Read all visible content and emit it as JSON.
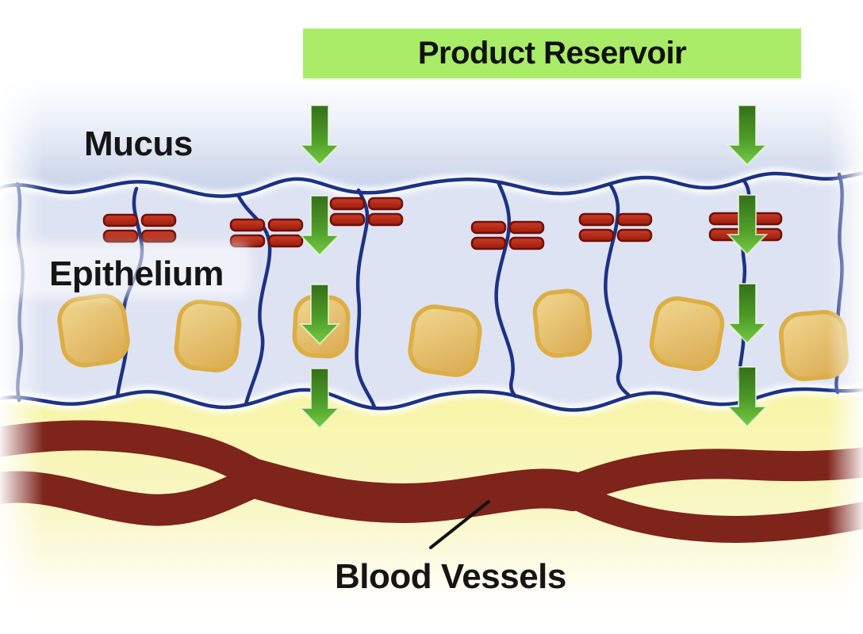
{
  "diagram": {
    "banner": {
      "label": "Product Reservoir",
      "bg": "#a9ec67",
      "text_color": "#111111"
    },
    "labels": {
      "mucus": "Mucus",
      "epithelium": "Epithelium",
      "blood_vessels": "Blood Vessels"
    },
    "colors": {
      "banner_green": "#a9ec67",
      "arrow_green_dark": "#366f1a",
      "arrow_green_light": "#74ca45",
      "mucus_blue": "#ccd6eb",
      "epithelium_lavender": "#dee3f3",
      "membrane_navy": "#1c3285",
      "tight_junction_red": "#b5271a",
      "tight_junction_border": "#6f1007",
      "nucleus_tan_light": "#f0d893",
      "nucleus_tan_dark": "#ddb058",
      "nucleus_border": "#dcae45",
      "lamina_propria_yellow": "#f7f5a6",
      "vessel_maroon": "#7e241a",
      "label_text": "#151515"
    },
    "elements": {
      "arrow_columns": 2,
      "arrows_per_column": 4,
      "tight_junction_count": 6,
      "nucleus_count": 7,
      "blood_vessel_branches": 5
    }
  }
}
